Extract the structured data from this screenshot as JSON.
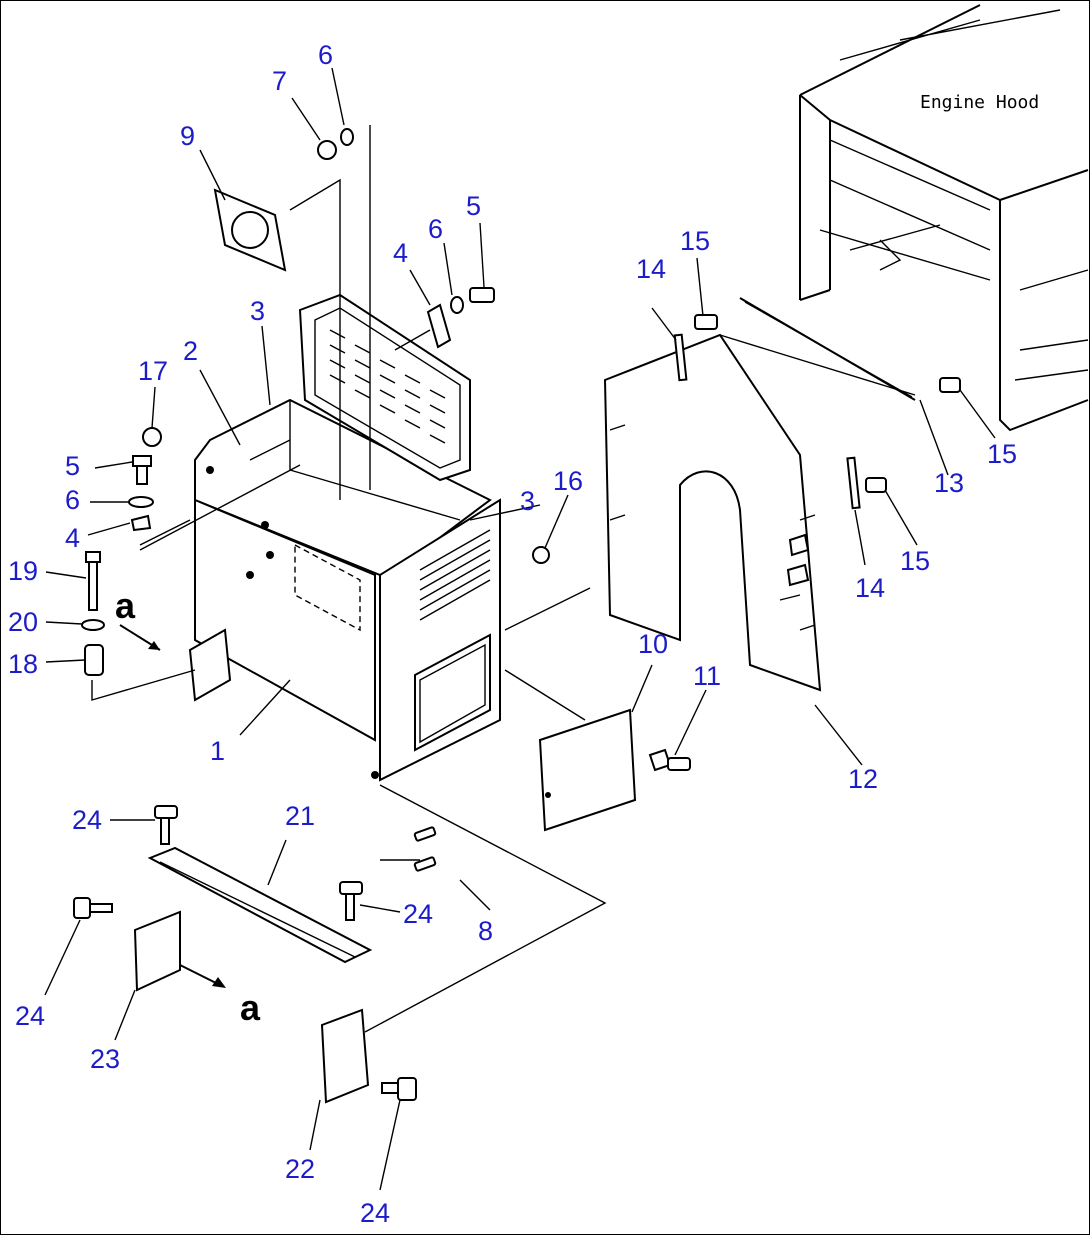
{
  "title_label": "Engine Hood",
  "callouts": {
    "c1": "1",
    "c2": "2",
    "c3a": "3",
    "c3b": "3",
    "c4a": "4",
    "c4b": "4",
    "c5a": "5",
    "c5b": "5",
    "c6a": "6",
    "c6b": "6",
    "c6c": "6",
    "c7": "7",
    "c8": "8",
    "c9": "9",
    "c10": "10",
    "c11": "11",
    "c12": "12",
    "c13": "13",
    "c14a": "14",
    "c14b": "14",
    "c15a": "15",
    "c15b": "15",
    "c15c": "15",
    "c16": "16",
    "c17": "17",
    "c18": "18",
    "c19": "19",
    "c20": "20",
    "c21": "21",
    "c22": "22",
    "c23": "23",
    "c24a": "24",
    "c24b": "24",
    "c24c": "24",
    "c24d": "24"
  },
  "view_markers": {
    "a1": "a",
    "a2": "a"
  },
  "colors": {
    "callout": "#1c1cc8",
    "line": "#000000",
    "background": "#ffffff"
  }
}
